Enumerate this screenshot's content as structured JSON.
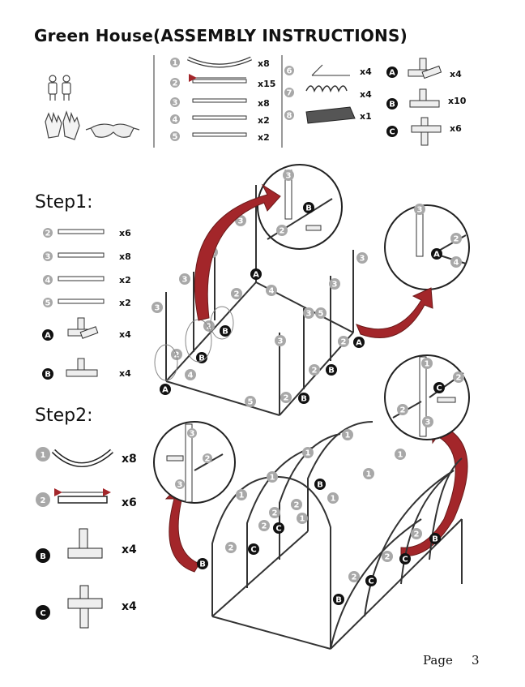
{
  "title": "Green House(ASSEMBLY INSTRUCTIONS)",
  "parts_list": [
    {
      "id": "1",
      "qty": "x8"
    },
    {
      "id": "2",
      "qty": "x15"
    },
    {
      "id": "3",
      "qty": "x8"
    },
    {
      "id": "4",
      "qty": "x2"
    },
    {
      "id": "5",
      "qty": "x2"
    },
    {
      "id": "6",
      "qty": "x4"
    },
    {
      "id": "7",
      "qty": "x4"
    },
    {
      "id": "8",
      "qty": "x1"
    },
    {
      "id": "A",
      "qty": "x4"
    },
    {
      "id": "B",
      "qty": "x10"
    },
    {
      "id": "C",
      "qty": "x6"
    }
  ],
  "step1": {
    "title": "Step1:",
    "parts": [
      {
        "id": "2",
        "qty": "x6"
      },
      {
        "id": "3",
        "qty": "x8"
      },
      {
        "id": "4",
        "qty": "x2"
      },
      {
        "id": "5",
        "qty": "x2"
      },
      {
        "id": "A",
        "qty": "x4"
      },
      {
        "id": "B",
        "qty": "x4"
      }
    ]
  },
  "step2": {
    "title": "Step2:",
    "parts": [
      {
        "id": "1",
        "qty": "x8"
      },
      {
        "id": "2",
        "qty": "x6"
      },
      {
        "id": "B",
        "qty": "x4"
      },
      {
        "id": "C",
        "qty": "x4"
      }
    ]
  },
  "footer": {
    "page_label": "Page",
    "page_number": "3"
  },
  "colors": {
    "arrow": "#a3262a",
    "badge_grey": "#a8a8a8",
    "badge_dark": "#111111"
  },
  "icons": [
    "workers-icon",
    "gloves-icon",
    "safety-glasses-icon",
    "pipe-icon",
    "connector-icon",
    "curved-arrow-icon"
  ]
}
